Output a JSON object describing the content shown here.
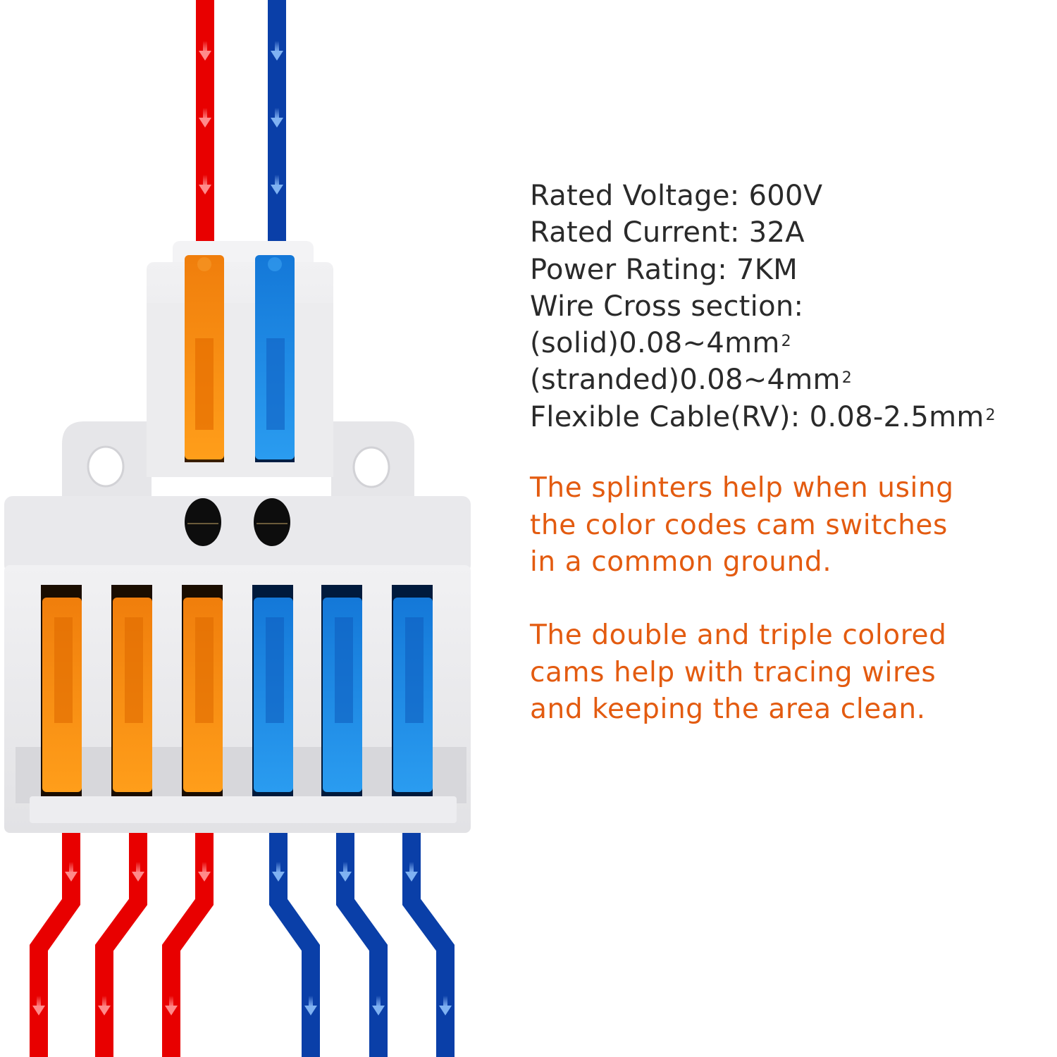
{
  "colors": {
    "background": "#ffffff",
    "spec_text": "#2a2a2a",
    "feature_text": "#e35b10",
    "wire_live": "#e80000",
    "wire_neutral": "#0a3fa8",
    "lever_orange": "#f08a10",
    "lever_blue": "#1a86e0",
    "housing": "#e8e8ea"
  },
  "product": {
    "name": "wire connector splitter",
    "inputs": [
      {
        "color": "orange",
        "wire": "red"
      },
      {
        "color": "blue",
        "wire": "blue"
      }
    ],
    "outputs": [
      {
        "color": "orange",
        "wire": "red"
      },
      {
        "color": "orange",
        "wire": "red"
      },
      {
        "color": "orange",
        "wire": "red"
      },
      {
        "color": "blue",
        "wire": "blue"
      },
      {
        "color": "blue",
        "wire": "blue"
      },
      {
        "color": "blue",
        "wire": "blue"
      }
    ],
    "flow_direction": "down"
  },
  "specs": {
    "rated_voltage": "Rated Voltage: 600V",
    "rated_current": "Rated Current: 32A",
    "power_rating": "Power Rating: 7KM",
    "wire_cross_section": "Wire Cross section:",
    "solid": "(solid)0.08~4mm",
    "stranded": "(stranded)0.08~4mm",
    "flexible": "Flexible Cable(RV): 0.08-2.5mm",
    "superscript": "2"
  },
  "features": {
    "para1": [
      "The splinters help when using",
      "the color codes cam switches",
      "in a common ground."
    ],
    "para2": [
      "The double and triple colored",
      "cams help with tracing wires",
      "and keeping the area clean."
    ]
  }
}
